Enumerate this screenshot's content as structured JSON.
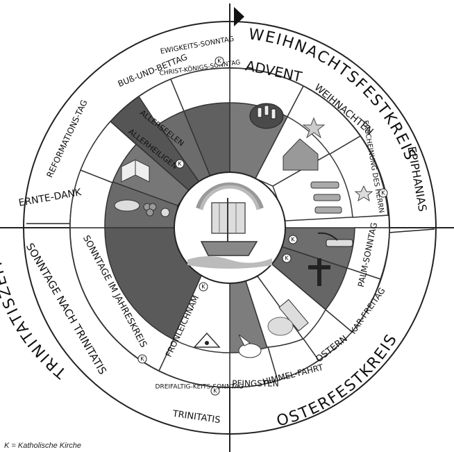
{
  "outer_ring": {
    "weihnachtsfestkreis": "WEIHNACHTSFESTKREIS",
    "osterfestkreis": "OSTERFESTKREIS",
    "trinitatiszeit": "TRINITATISZEIT"
  },
  "feasts": {
    "advent": "ADVENT",
    "weihnachten": "WEIHNACHTEN",
    "epiphanias": "EPIPHANIAS",
    "erscheinung": "ERSCHEINUNG DES HERRN",
    "palmsonntag": "PALM-SONNTAG",
    "karfreitag": "KAR-FREITAG",
    "ostern": "OSTERN",
    "himmelfahrt": "HIMMEL-FAHRT",
    "pfingsten": "PFINGSTEN",
    "trinitatis": "TRINITATIS",
    "dreifaltigkeit": "DREIFALTIG-KEITS-SONNTAG",
    "fronleichnam": "FRONLEICHNAM",
    "jahreskreis": "SONNTAGE IM JAHRESKREIS",
    "nach_trinitatis": "SONNTAGE NACH TRINITATIS",
    "erntedank": "ERNTE-DANK",
    "reformationstag": "REFORMATIONS-TAG",
    "allerheiligen": "ALLERHEILIGEN",
    "allerseelen": "ALLERSEELEN",
    "bussundbettag": "BUß-UND-BETTAG",
    "ewigkeitssonntag": "EWIGKEITS-SONNTAG",
    "christkoenig": "CHRIST-KÖNIGS-SONNTAG"
  },
  "marker": "K",
  "footnote": "K = Katholische Kirche"
}
